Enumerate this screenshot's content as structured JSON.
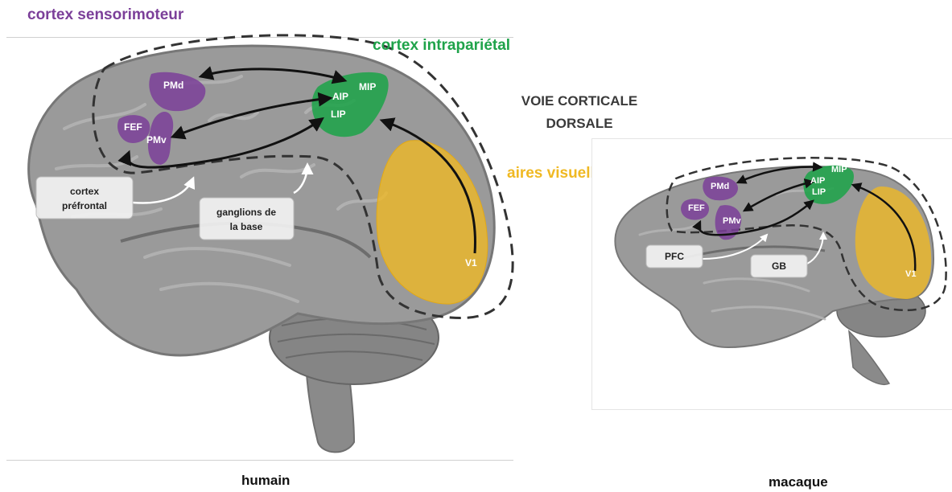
{
  "legend": {
    "sensorimotor": "cortex sensorimoteur",
    "intraparietal": "cortex intrapariétal",
    "visual": "aires visuelles",
    "pathway_line1": "VOIE CORTICALE",
    "pathway_line2": "DORSALE"
  },
  "human": {
    "caption": "humain",
    "areas": {
      "pmd": "PMd",
      "fef": "FEF",
      "pmv": "PMv",
      "aip": "AIP",
      "mip": "MIP",
      "lip": "LIP",
      "v1": "V1"
    },
    "boxes": {
      "prefrontal_l1": "cortex",
      "prefrontal_l2": "préfrontal",
      "basal_l1": "ganglions de",
      "basal_l2": "la base"
    }
  },
  "macaque": {
    "caption": "macaque",
    "areas": {
      "pmd": "PMd",
      "fef": "FEF",
      "pmv": "PMv",
      "aip": "AIP",
      "mip": "MIP",
      "lip": "LIP",
      "v1": "V1"
    },
    "boxes": {
      "pfc": "PFC",
      "gb": "GB"
    }
  },
  "colors": {
    "sensorimotor": "#7b3f99",
    "intraparietal": "#1fa34a",
    "visual": "#f0b923",
    "brain": "#8f8f8f"
  }
}
